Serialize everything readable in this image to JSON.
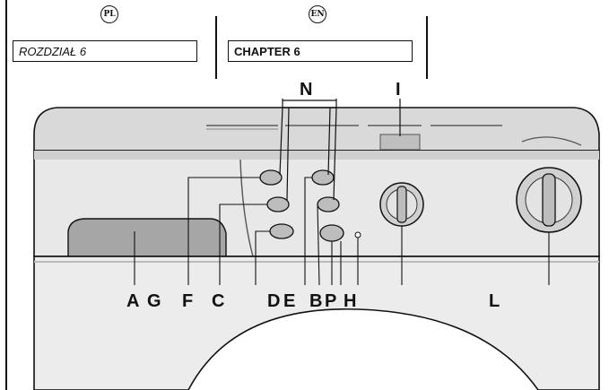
{
  "header": {
    "left_lang_badge": "PL",
    "right_lang_badge": "EN",
    "left_chapter": "ROZDZIAŁ 6",
    "right_chapter": "CHAPTER 6"
  },
  "callouts": {
    "N": "N",
    "I": "I",
    "A": "A",
    "G": "G",
    "F": "F",
    "C": "C",
    "D": "D",
    "E": "E",
    "B": "B",
    "P": "P",
    "H": "H",
    "L": "L"
  }
}
